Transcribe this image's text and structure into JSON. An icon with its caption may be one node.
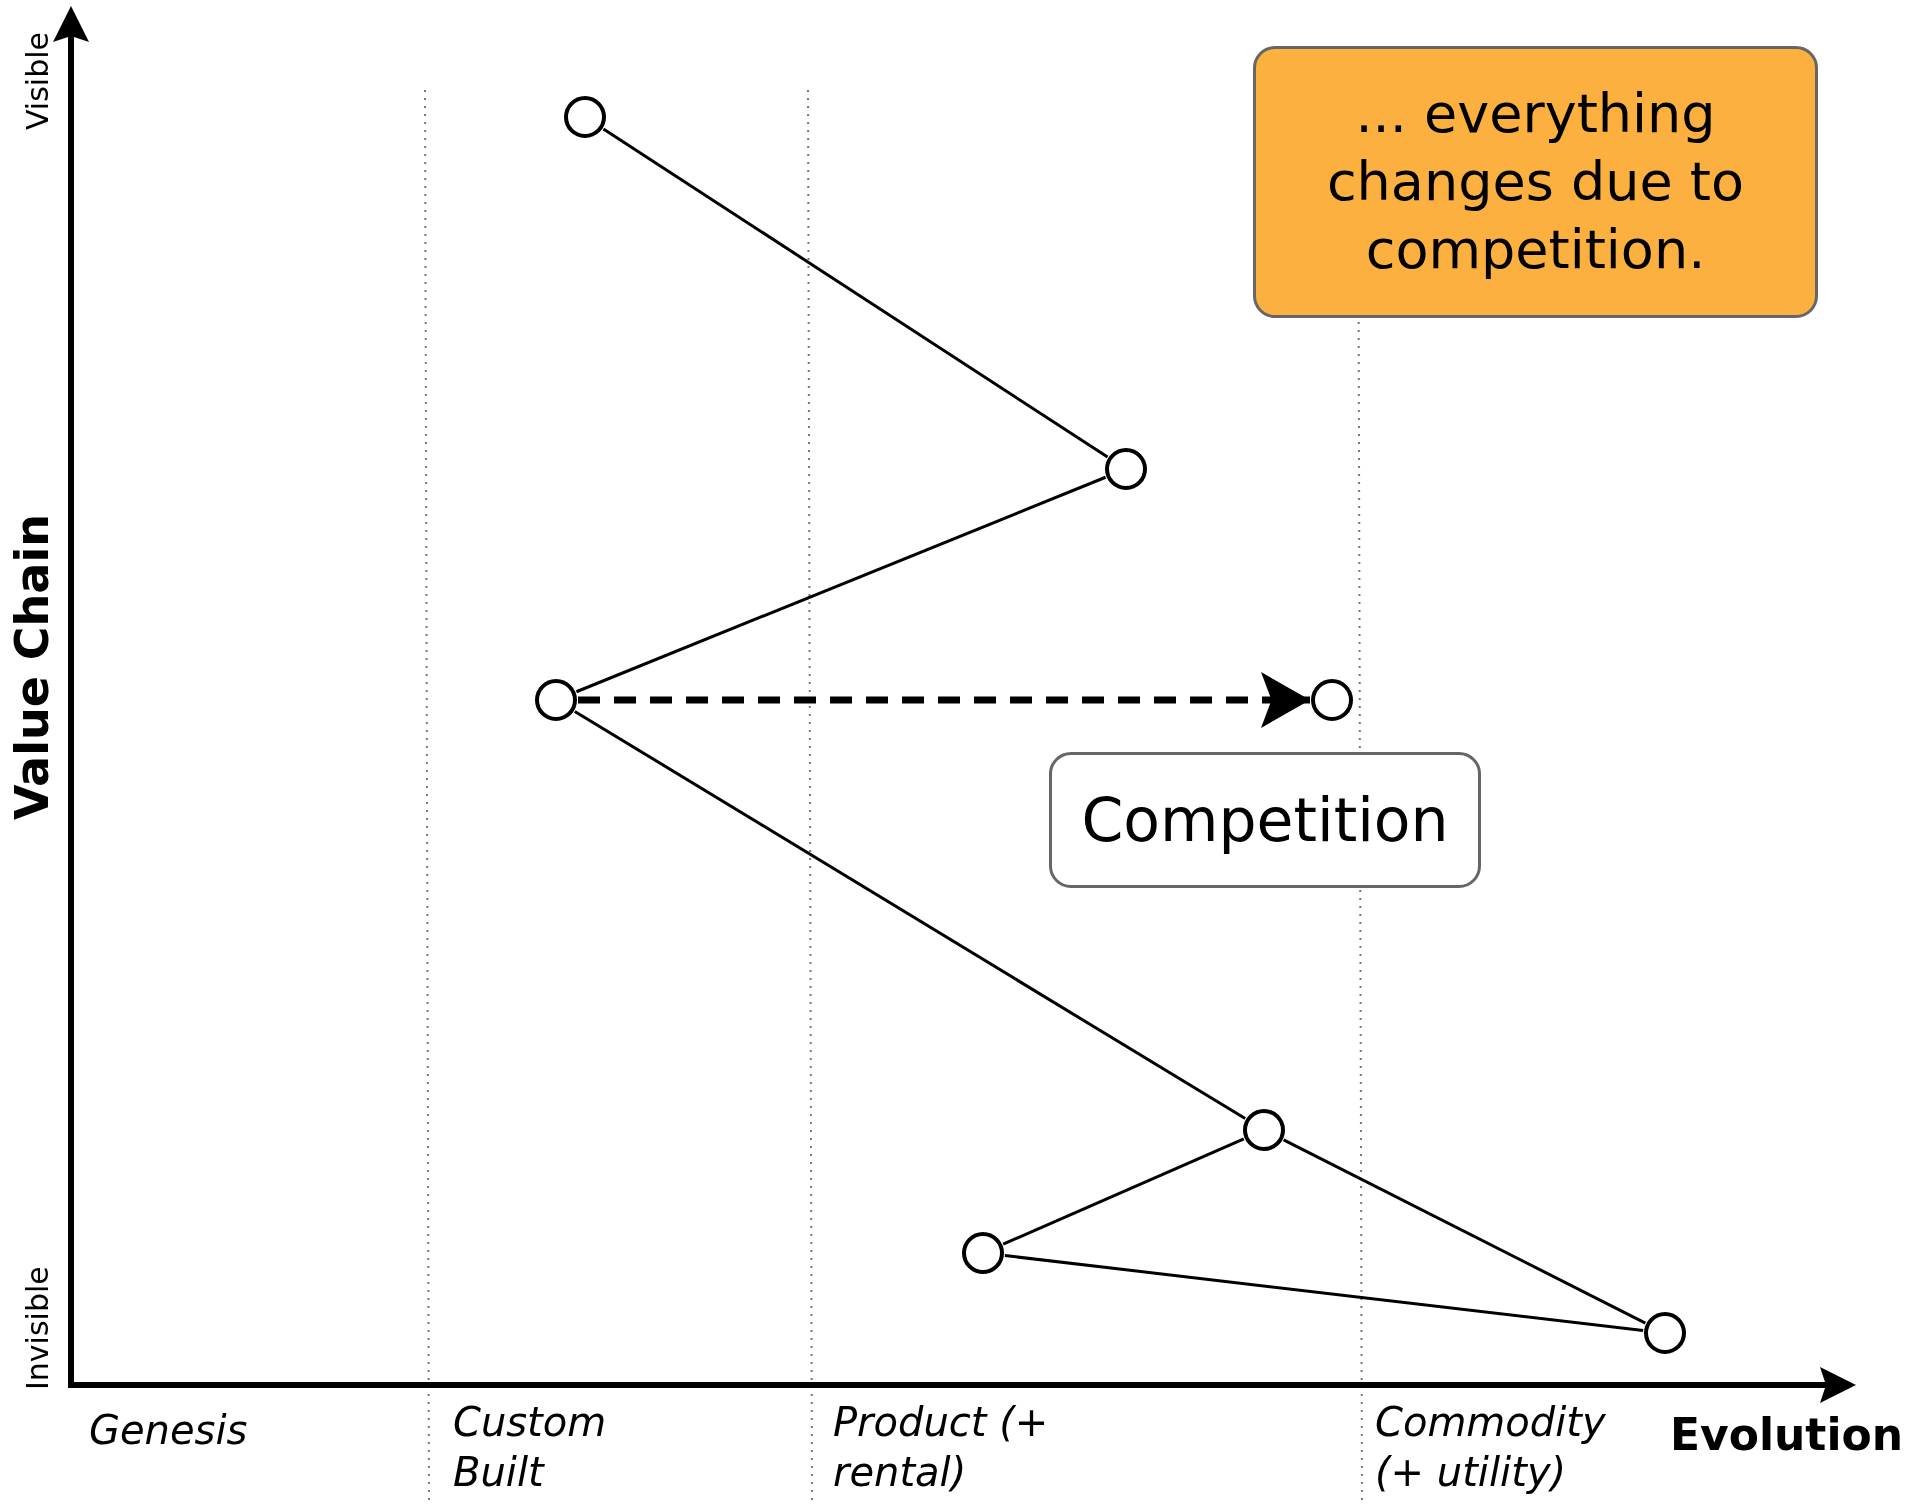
{
  "diagram": {
    "nodes": [
      {
        "text": [],
        "shape": "circle"
      },
      {
        "text": [],
        "shape": "circle"
      },
      {
        "text": [],
        "shape": "circle"
      },
      {
        "text": [],
        "shape": "circle"
      },
      {
        "text": [],
        "shape": "circle"
      },
      {
        "text": [],
        "shape": "circle"
      },
      {
        "text": [],
        "shape": "circle"
      },
      {
        "text": [
          "Competition"
        ]
      },
      {
        "text": [
          "... everything changes due to competition."
        ]
      }
    ],
    "edges": [
      {
        "from": 0,
        "to": 1,
        "arrow": "none"
      },
      {
        "from": 1,
        "to": 2,
        "arrow": "none"
      },
      {
        "from": 2,
        "to": 3,
        "arrow": "to",
        "style": "dashed"
      },
      {
        "from": 2,
        "to": 4,
        "arrow": "none"
      },
      {
        "from": 4,
        "to": 5,
        "arrow": "none"
      },
      {
        "from": 4,
        "to": 6,
        "arrow": "none"
      },
      {
        "from": 5,
        "to": 6,
        "arrow": "none"
      }
    ],
    "labels": [
      "Visible",
      "Value Chain",
      "Invisible",
      "Genesis",
      "Custom Built",
      "Product (+ rental)",
      "Commodity (+ utility)",
      "Evolution"
    ]
  }
}
